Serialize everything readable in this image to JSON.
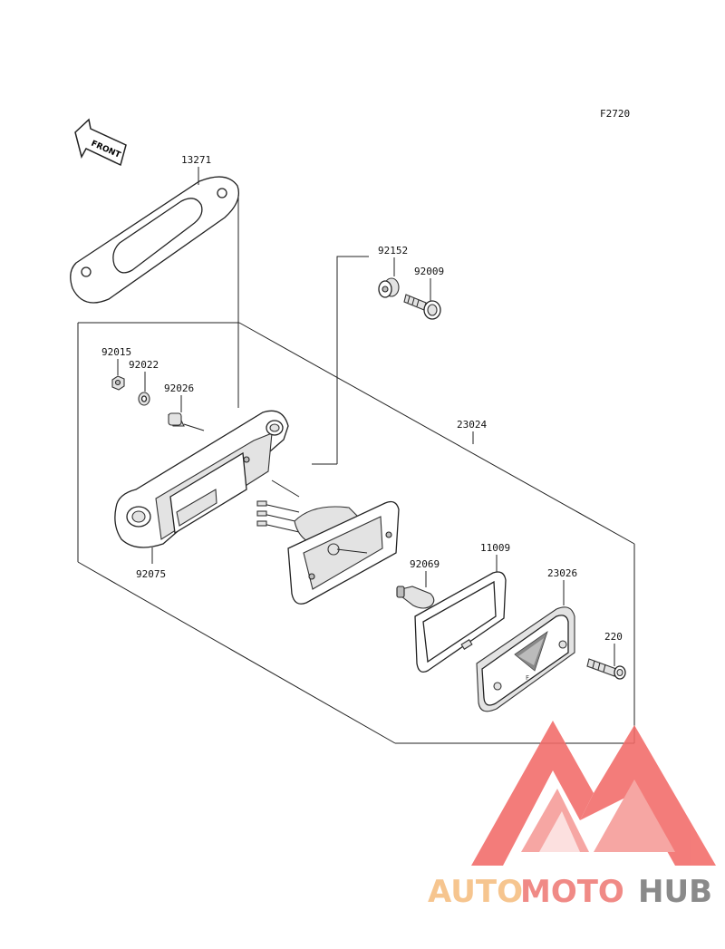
{
  "diagram": {
    "figure_code": "F2720",
    "front_arrow_label": "FRONT",
    "parts": {
      "p13271": "13271",
      "p92152": "92152",
      "p92009": "92009",
      "p92015": "92015",
      "p92022": "92022",
      "p92026": "92026",
      "p23024": "23024",
      "p92075": "92075",
      "p11009": "11009",
      "p92069": "92069",
      "p23026": "23026",
      "p220": "220"
    }
  },
  "watermark": {
    "word_auto": "AUTO",
    "word_moto": "MOTO",
    "word_hub": "HUB",
    "colors": {
      "auto": "#f6c58f",
      "moto": "#f08a86",
      "hub": "#8a8a8a",
      "logo": "#f26b68"
    }
  }
}
